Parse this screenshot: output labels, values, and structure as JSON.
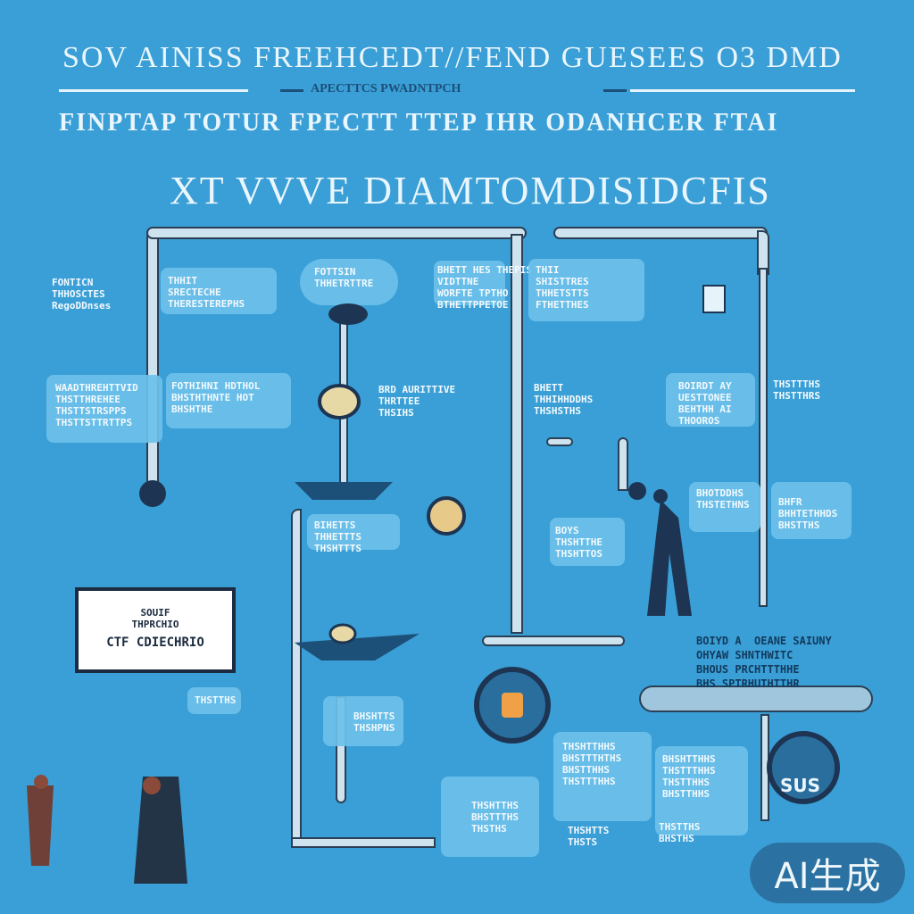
{
  "titles": {
    "line1": "SOV  AINISS FREEHCEDT//FEND GUESEES  O3 DMD",
    "line2": "APECTTCS PWADNTPCH",
    "line3": "FINPTAP TOTUR  FPECTT TTEP IHR ODANHCER  FTAI",
    "line4": "XT  VVVE  DIAMTOMDISIDCFIS"
  },
  "labels": {
    "l1": "FONTICN\nTHHOSCTES\nRegoDDnses",
    "l2": "THHIT\nSRECTECHE\nTHERESTEREPHS",
    "l3": "FOTTSIN\nTHHETRTTRE",
    "l4": "BHETT HES THEPIS\nVIDTTNE\nWORFTE TPTHO\nBTHETTPPETOE",
    "l5": "THII\nSHISTTRES\nTHHETSTTS\nFTHETTHES",
    "l6": "WAADTHREHTTVID\nTHSTTHREHEE\nTHSTTSTRSPPS\nTHSTTSTTRTTPS",
    "l7": "FOTHIHNI HDTHOL\nBHSTHTHNTE HOT\nBHSHTHE",
    "l8": "BRD AURITTIVE\nTHRTTEE\nTHSIHS",
    "l9": "BHETT\nTHHIHHDDHS\nTHSHSTHS",
    "l10": "BOIRDT AY\nUESTTONEE\nBEHTHH AI\nTHOOROS",
    "l11": "THSTTTHS\nTHSTTHRS",
    "l12": "BHOTDDHS\nTHSTETHNS",
    "l13": "BHFR\nBHHTETHHDS\nBHSTTHS",
    "l14": "BIHETTS\nTHHETTTS\nTHSHTTTS",
    "l15": "BOYS\nTHSHTTHE\nTHSHTTOS",
    "l16": "BOIYD A  OEANE SAIUNY\nOHYAW SHNTHWITC\nBHOUS PRCHTTTHHE\nBHS SPTRHUTHTTHR",
    "l17": "THSTTHS",
    "l18": "BHSHTTS\nTHSHPNS",
    "l19": "THSHTTHHS\nBHSTTTHTHS\nBHSTTHHS\nTHSTTTHHS",
    "l20": "BHSHTTHHS\nTHSTTTHHS\nTHSTTHHS\nBHSTTHHS",
    "l21": "THSHTTHS\nBHSTTTHS\nTHSTHS",
    "l22": "THSHTTS\nTHSTS",
    "l23": "THSTTHS\nBHSTHS"
  },
  "bubble": {
    "line1": "SOUIF",
    "line2": "THPRCHIO",
    "line3": "CTF CDIECHRIO"
  },
  "gauge_text": "SUS",
  "badge": "AI生成",
  "colors": {
    "background": "#3a9fd6",
    "panel": "#6cc0ea",
    "pipe": "#cfe3ef",
    "dark": "#1d3552"
  }
}
